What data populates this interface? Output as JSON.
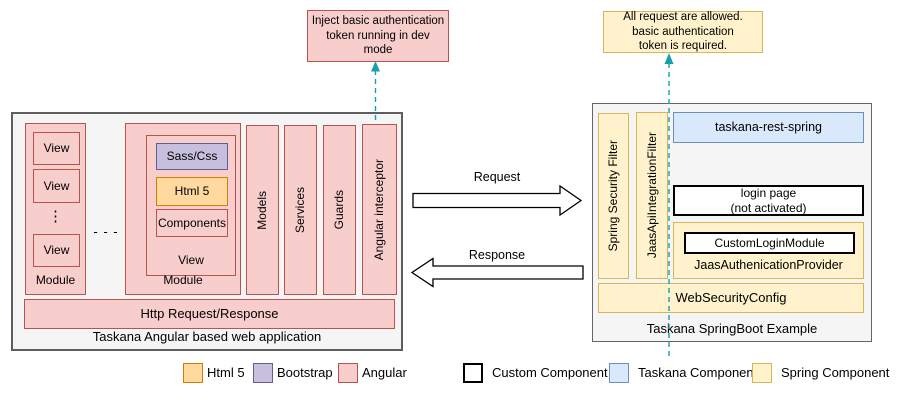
{
  "colors": {
    "angular_fill": "#f8cecc",
    "angular_stroke": "#b85450",
    "html5_fill": "#ffd9a0",
    "html5_stroke": "#c88100",
    "bootstrap_fill": "#c6c0de",
    "bootstrap_stroke": "#665e8e",
    "taskana_fill": "#dae8fc",
    "taskana_stroke": "#6c8ebf",
    "spring_fill": "#fff2cc",
    "spring_stroke": "#d6b656",
    "custom_fill": "#ffffff",
    "custom_stroke": "#000000",
    "container_fill": "#f5f5f5",
    "container_stroke": "#666666",
    "dashed_arrow": "#16a0ac"
  },
  "annotations": {
    "left_note": "Inject basic authentication\ntoken running in dev\nmode",
    "right_note": "All request are allowed.\nbasic authentication\ntoken is required."
  },
  "left_app": {
    "title": "Taskana Angular based web application",
    "module1": {
      "label": "Module",
      "views": [
        "View",
        "View",
        "View"
      ],
      "vdots": "⋮"
    },
    "between_dots": "- - -",
    "module2": {
      "label": "Module",
      "view_label": "View",
      "sass": "Sass/Css",
      "html5": "Html 5",
      "components": "Components"
    },
    "bars": [
      "Models",
      "Services",
      "Guards",
      "Angular interceptor"
    ],
    "http_bar": "Http Request/Response"
  },
  "flows": {
    "request": "Request",
    "response": "Response"
  },
  "right_app": {
    "title": "Taskana SpringBoot Example",
    "filters": [
      "Spring Security Filter",
      "JaasApiIntegrationFilter"
    ],
    "rest": "taskana-rest-spring",
    "login_line1": "login page",
    "login_line2": "(not activated)",
    "custom_login": "CustomLoginModule",
    "provider_label": "JaasAuthenicationProvider",
    "web_security": "WebSecurityConfig"
  },
  "legend": {
    "items": [
      {
        "label": "Html 5",
        "type": "html5"
      },
      {
        "label": "Bootstrap",
        "type": "bootstrap"
      },
      {
        "label": "Angular",
        "type": "angular"
      },
      {
        "label": "Custom Component",
        "type": "custom"
      },
      {
        "label": "Taskana Component",
        "type": "taskana"
      },
      {
        "label": "Spring Component",
        "type": "spring"
      }
    ]
  }
}
